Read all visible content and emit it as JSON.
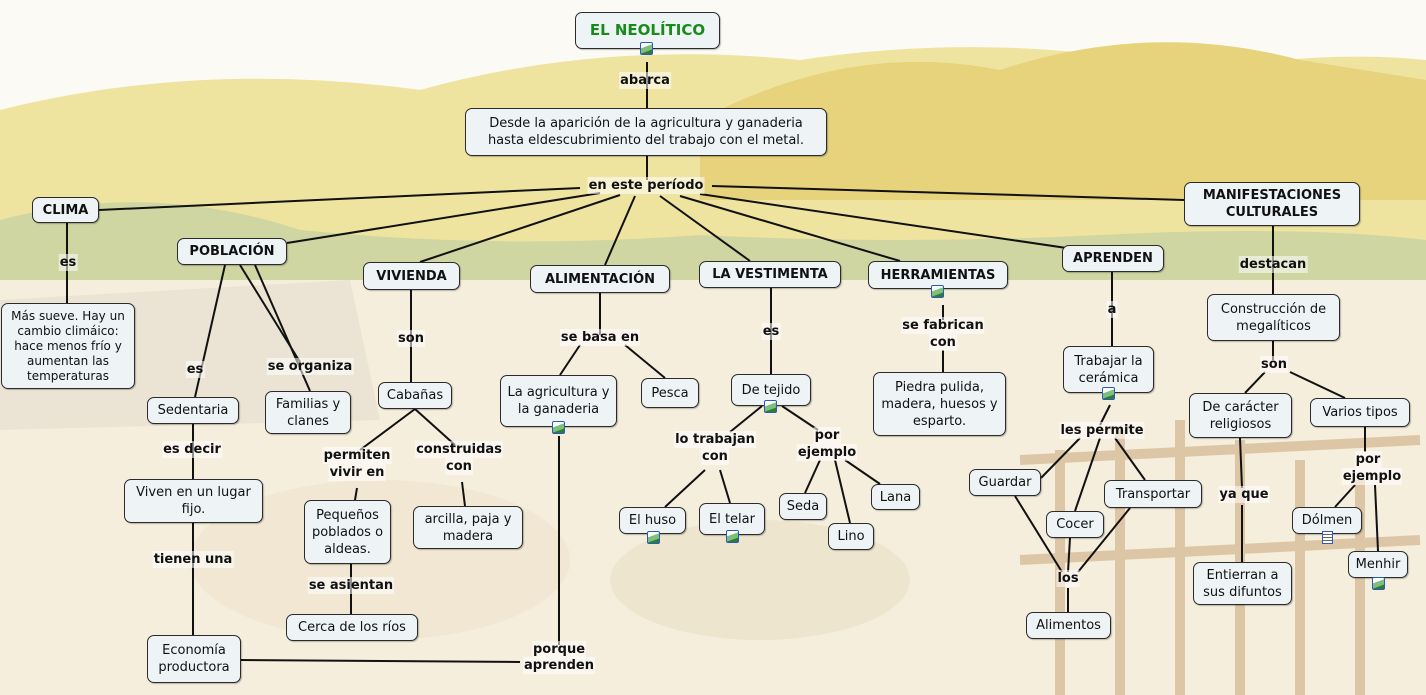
{
  "title": "EL NEOLÍTICO",
  "colors": {
    "title": "#1a8a1a",
    "node_fill": "#eef4f6",
    "node_border": "#2b2b2b"
  },
  "nodes": {
    "desc": "Desde la aparición  de la agricultura y ganaderia hasta eldescubrimiento del trabajo con el metal.",
    "clima": "CLIMA",
    "poblacion": "POBLACIÓN",
    "vivienda": "VIVIENDA",
    "alimentacion": "ALIMENTACIÓN",
    "vestimenta": "LA VESTIMENTA",
    "herramientas": "HERRAMIENTAS",
    "aprenden": "APRENDEN",
    "manifestaciones": "MANIFESTACIONES CULTURALES",
    "clima_desc": "Más sueve. Hay un cambio climáico: hace menos frío y aumentan las temperaturas",
    "sedentaria": "Sedentaria",
    "familias": "Familias y clanes",
    "cabanas": "Cabañas",
    "agricultura": "La agricultura y la ganaderia",
    "pesca": "Pesca",
    "tejido": "De tejido",
    "piedra": "Piedra pulida, madera, huesos y esparto.",
    "ceramica": "Trabajar la cerámica",
    "construccion": "Construcción de megalíticos",
    "religiosos": "De carácter religiosos",
    "varios": "Varios tipos",
    "viven": "Viven en un lugar fijo.",
    "pequenos": "Pequeños poblados o aldeas.",
    "arcilla": "arcilla, paja y madera",
    "huso": "El huso",
    "telar": "El telar",
    "seda": "Seda",
    "lana": "Lana",
    "lino": "Lino",
    "guardar": "Guardar",
    "cocer": "Cocer",
    "transportar": "Transportar",
    "dolmen": "Dólmen",
    "menhir": "Menhir",
    "entierran": "Entierran a sus difuntos",
    "cerca": "Cerca de los ríos",
    "alimentos": "Alimentos",
    "economia": "Economía productora"
  },
  "links": {
    "abarca": "abarca",
    "periodo": "en este período",
    "es1": "es",
    "es2": "es",
    "organiza": "se organiza",
    "son1": "son",
    "basa": "se basa en",
    "es3": "es",
    "fabrican": "se fabrican",
    "con1": "con",
    "a": "a",
    "destacan": "destacan",
    "son2": "son",
    "esdecir": "es decir",
    "permiten": "permiten",
    "vivir": "vivir en",
    "construidas": "construidas",
    "con2": "con",
    "trabajan": "lo trabajan",
    "con3": "con",
    "por1": "por",
    "ejemplo1": "ejemplo",
    "lespermite": "les permite",
    "yaque": "ya que",
    "por2": "por",
    "ejemplo2": "ejemplo",
    "tienen": "tienen una",
    "asientan": "se asientan",
    "los": "los",
    "porque": "porque",
    "aprenden2": "aprenden"
  }
}
